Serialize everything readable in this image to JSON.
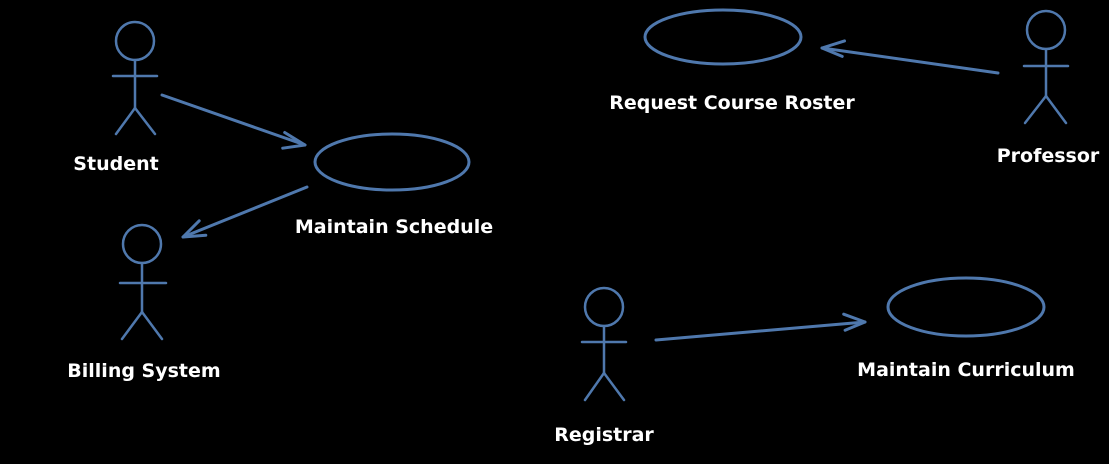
{
  "diagram": {
    "type": "uml-use-case",
    "background": "#000000",
    "line_color": "#4f78ad",
    "text_color": "#ffffff",
    "actors": {
      "student": {
        "label": "Student"
      },
      "billing_system": {
        "label": "Billing System"
      },
      "professor": {
        "label": "Professor"
      },
      "registrar": {
        "label": "Registrar"
      }
    },
    "use_cases": {
      "maintain_schedule": {
        "label": "Maintain Schedule"
      },
      "request_course_roster": {
        "label": "Request Course Roster"
      },
      "maintain_curriculum": {
        "label": "Maintain Curriculum"
      }
    },
    "associations": [
      {
        "from": "Student",
        "to": "Maintain Schedule"
      },
      {
        "from": "Maintain Schedule",
        "to": "Billing System"
      },
      {
        "from": "Professor",
        "to": "Request Course Roster"
      },
      {
        "from": "Registrar",
        "to": "Maintain Curriculum"
      }
    ]
  }
}
